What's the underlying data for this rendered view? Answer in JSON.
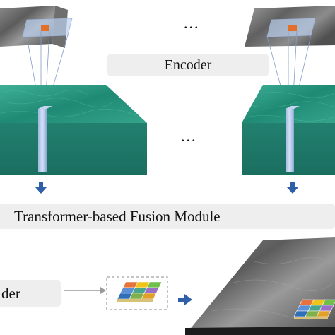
{
  "labels": {
    "encoder": "Encoder",
    "fusion": "Transformer-based Fusion Module",
    "decoder_partial": "der",
    "ellipsis_top": "...",
    "ellipsis_mid": "..."
  },
  "colors": {
    "label_bg": "#eeeeee",
    "block_front": "#1e7a6a",
    "block_top": "#2a9a82",
    "block_side": "#14584c",
    "arrow": "#2e5fa8",
    "patch_orange": "#e0702a",
    "patch_blue": "#9fb3d8"
  },
  "palette_grid": [
    "#e8733a",
    "#f0c419",
    "#6fbf4a",
    "#5b8fd6",
    "#4aa58e",
    "#9b6fc8",
    "#2f6fb8",
    "#7fb04a",
    "#e0a02a"
  ]
}
